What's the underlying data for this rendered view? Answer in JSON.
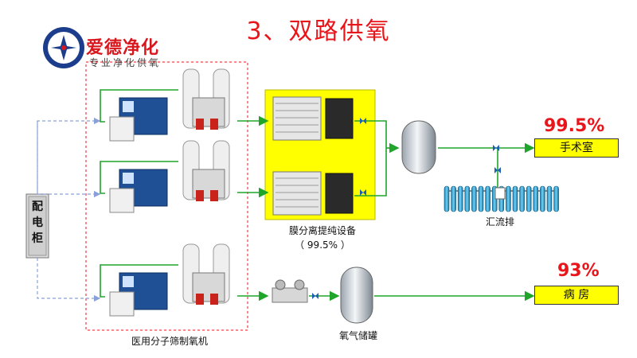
{
  "title": "3、双路供氧",
  "logo": {
    "name": "爱德净化",
    "slogan": "专业净化供氧"
  },
  "labels": {
    "power_cabinet": "配\n电\n柜",
    "generator": "医用分子筛制氧机",
    "membrane": "膜分离提纯设备",
    "membrane_purity": "（ 99.5% ）",
    "manifold": "汇流排",
    "tank": "氧气储罐"
  },
  "outputs": [
    {
      "purity": "99.5%",
      "destination": "手术室"
    },
    {
      "purity": "93%",
      "destination": "病  房"
    }
  ],
  "colors": {
    "title": "#e8161b",
    "pipe": "#1fa52a",
    "highlight": "#ffff00",
    "dashed_group": "#e8161b",
    "electric": "#8aa0d8"
  }
}
